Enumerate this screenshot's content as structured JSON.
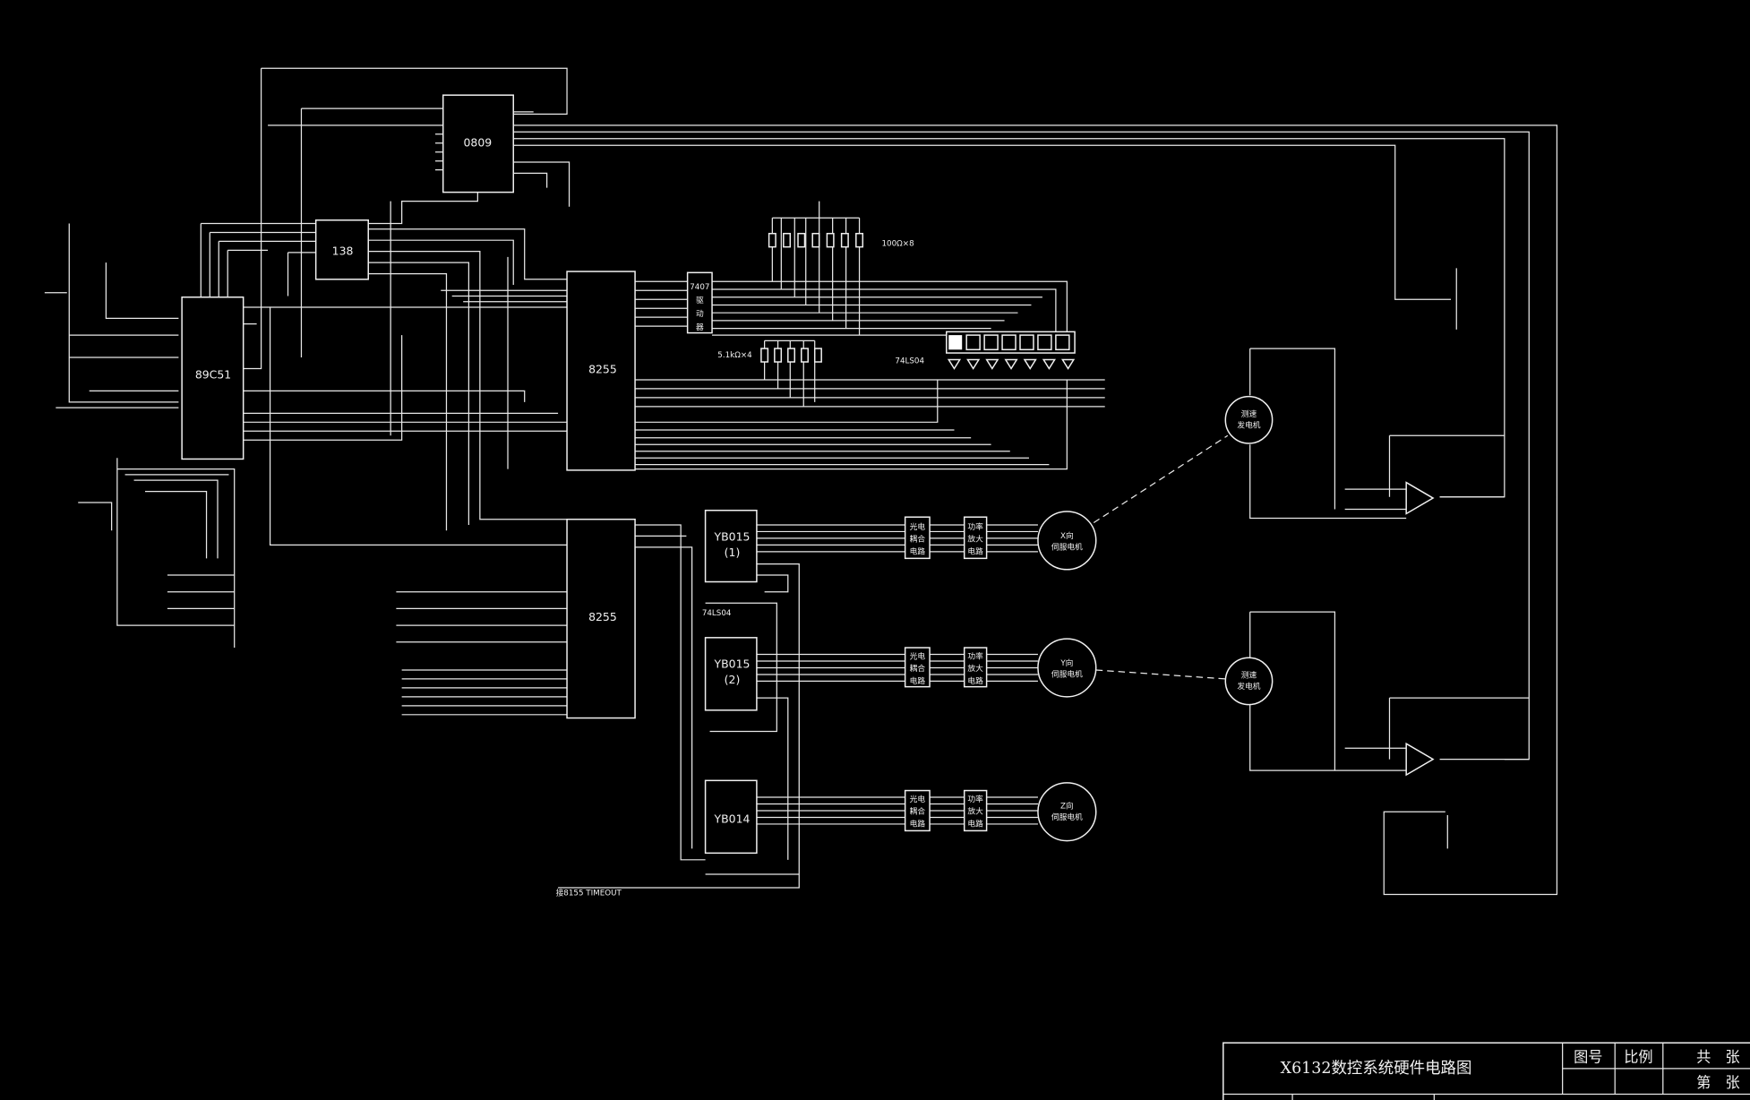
{
  "title_block": {
    "title": "X6132数控系统硬件电路图",
    "drawing_no_label": "图号",
    "scale_label": "比例",
    "total_sheets_label": "共　张",
    "sheet_no_label": "第　张"
  },
  "chips": {
    "adc": "0809",
    "decoder": "138",
    "mcu": "89C51",
    "ppi_top": "8255",
    "ppi_bottom": "8255",
    "driver": [
      "7407",
      "驱",
      "动",
      "器"
    ],
    "yb1": [
      "YB015",
      "(1)"
    ],
    "yb2": [
      "YB015",
      "(2)"
    ],
    "yb3": "YB014"
  },
  "labels": {
    "res_100": "100Ω×8",
    "res_5k1": "5.1kΩ×4",
    "inv_top": "74LS04",
    "inv_mid": "74LS04",
    "timeout": "接8155 TIMEOUT"
  },
  "channels": [
    {
      "opto": [
        "光电",
        "耦合",
        "电路"
      ],
      "amp": [
        "功率",
        "放大",
        "电路"
      ],
      "motor": [
        "X向",
        "伺服电机"
      ]
    },
    {
      "opto": [
        "光电",
        "耦合",
        "电路"
      ],
      "amp": [
        "功率",
        "放大",
        "电路"
      ],
      "motor": [
        "Y向",
        "伺服电机"
      ]
    },
    {
      "opto": [
        "光电",
        "耦合",
        "电路"
      ],
      "amp": [
        "功率",
        "放大",
        "电路"
      ],
      "motor": [
        "Z向",
        "伺服电机"
      ]
    }
  ],
  "tachos": [
    [
      "测速",
      "发电机"
    ],
    [
      "测速",
      "发电机"
    ]
  ],
  "colors": {
    "background": "#000000",
    "lines": "#e8e8e8"
  }
}
